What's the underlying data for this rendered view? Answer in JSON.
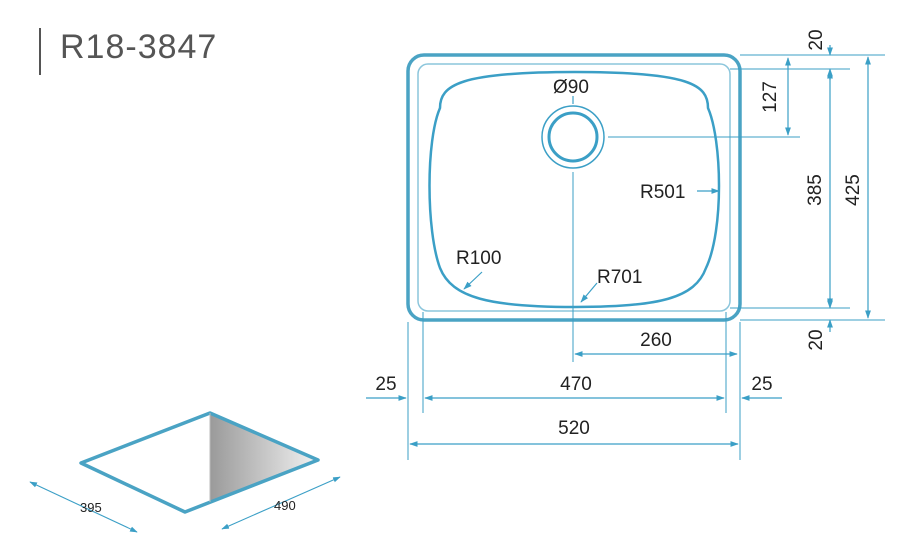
{
  "title": "R18-3847",
  "colors": {
    "outline": "#4aa3c4",
    "dimension": "#3b9fc6",
    "text": "#222222",
    "title": "#555555"
  },
  "plan": {
    "drain": "Ø90",
    "radius_side": "R501",
    "radius_corner": "R100",
    "radius_bottom": "R701",
    "dim_top_margin": "20",
    "dim_drain_offset": "127",
    "dim_inner_depth": "385",
    "dim_outer_depth": "425",
    "dim_bottom_margin": "20",
    "dim_drain_x": "260",
    "dim_left_margin": "25",
    "dim_inner_width": "470",
    "dim_right_margin": "25",
    "dim_outer_width": "520"
  },
  "iso": {
    "dim_depth": "395",
    "dim_width": "490"
  }
}
